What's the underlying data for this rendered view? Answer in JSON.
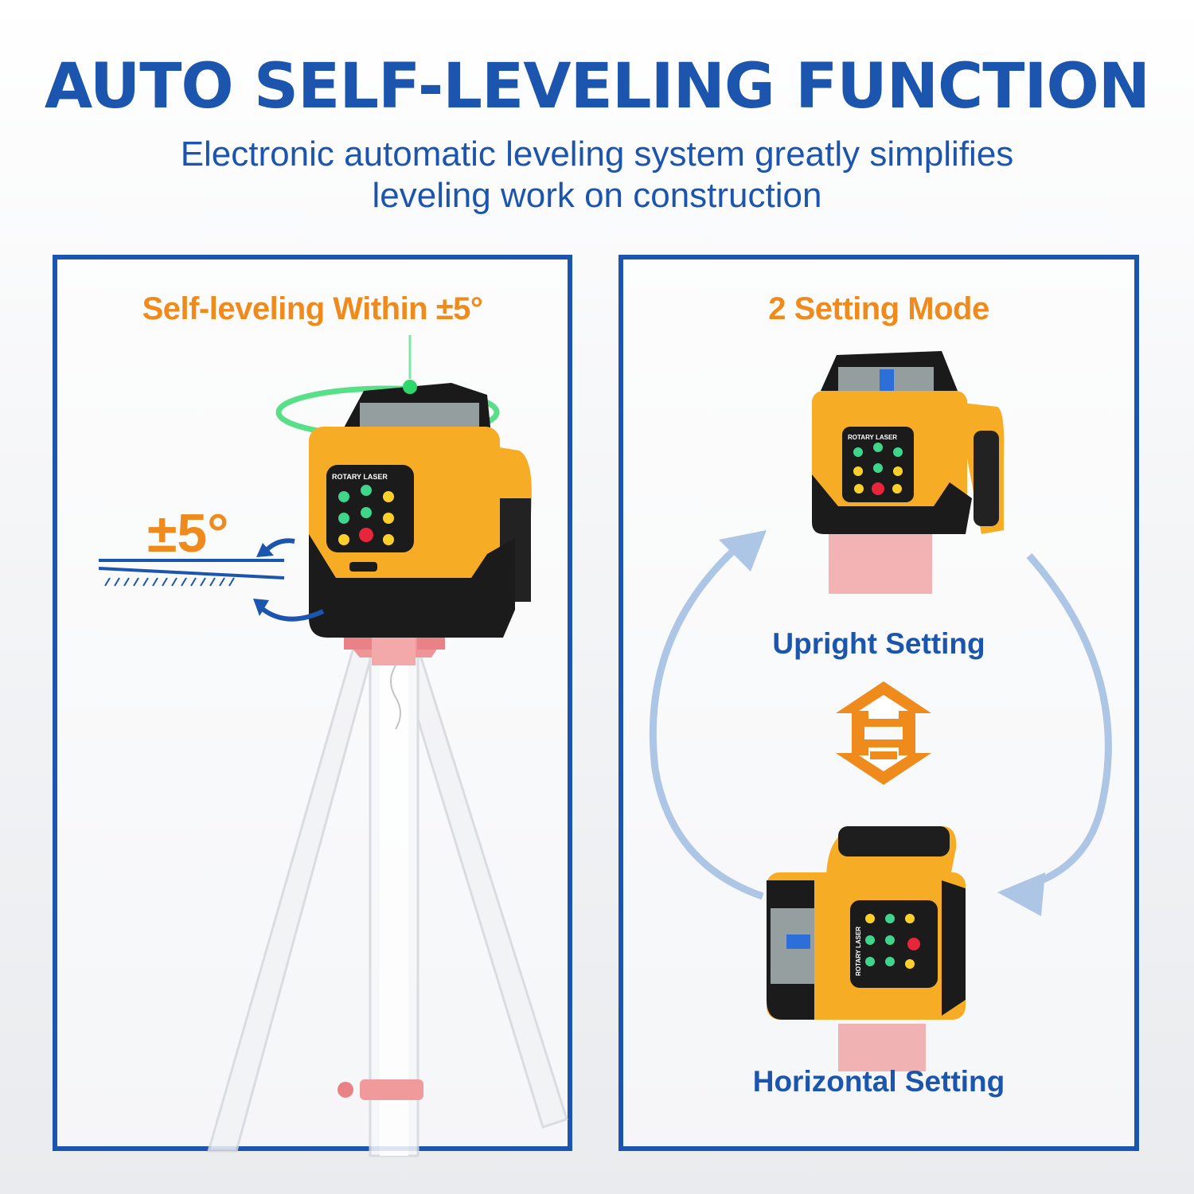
{
  "header": {
    "title": "AUTO SELF-LEVELING FUNCTION",
    "subtitle_line1": "Electronic automatic leveling system greatly simplifies",
    "subtitle_line2": "leveling work on construction"
  },
  "left_panel": {
    "title": "Self-leveling Within ±5°",
    "angle_label": "±5°",
    "device_label": "ROTARY LASER"
  },
  "right_panel": {
    "title": "2 Setting Mode",
    "upright_label": "Upright Setting",
    "horizontal_label": "Horizontal Setting",
    "device_label": "ROTARY LASER"
  },
  "colors": {
    "brand_blue": "#1c55ad",
    "accent_orange": "#ef8a1c",
    "device_yellow": "#f6ad25",
    "laser_green": "#2fd86a",
    "tripod_red": "#e8787a",
    "arrow_lightblue": "#aec6e6"
  },
  "icons": [
    "rotate-ccw-arrow-icon",
    "rotate-cw-arrow-icon",
    "swap-up-down-icon",
    "cycle-arrow-icon"
  ]
}
